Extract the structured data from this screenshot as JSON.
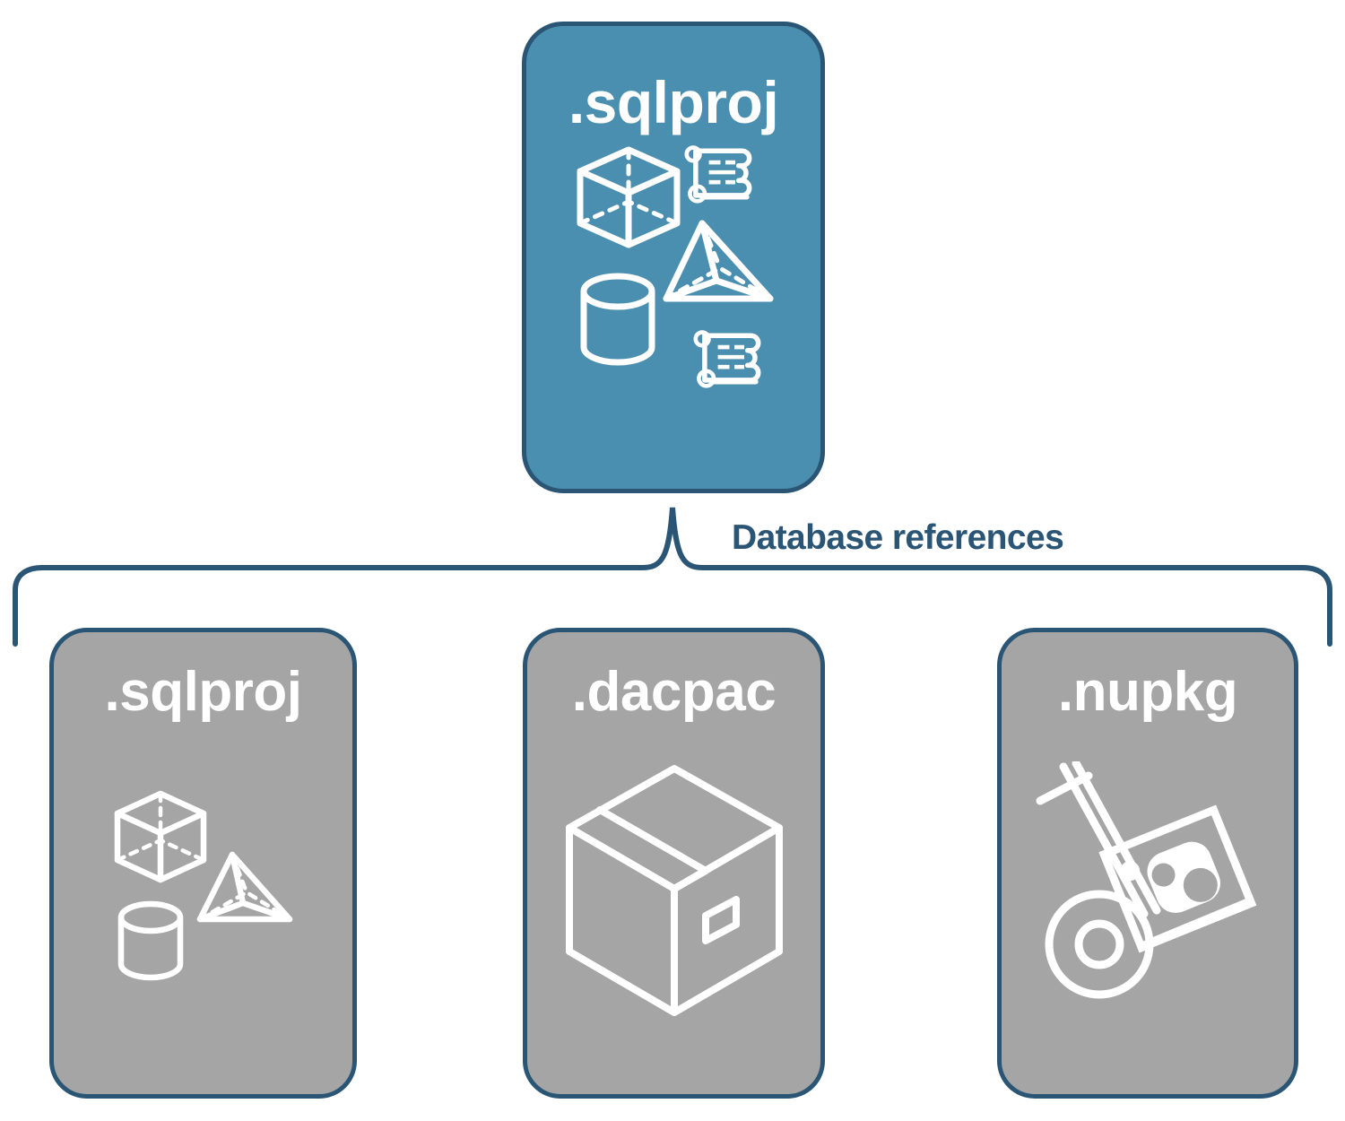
{
  "diagram": {
    "title": "Database references",
    "background": "#FFFFFF",
    "colors": {
      "primary_fill": "#4A8FAF",
      "secondary_fill": "#A5A5A5",
      "stroke": "#2A5575",
      "icon": "#FFFFFF",
      "label_text": "#2A5575",
      "card_text": "#FFFFFF"
    }
  },
  "source_card": {
    "label": ".sqlproj",
    "fill": "#4A8FAF",
    "icons": [
      "cube-icon",
      "scroll-icon",
      "pyramid-icon",
      "cylinder-icon",
      "scroll-icon"
    ]
  },
  "connector": {
    "type": "curly-brace",
    "label": "Database references",
    "orientation": "up",
    "color": "#2A5575"
  },
  "reference_cards": [
    {
      "label": ".sqlproj",
      "fill": "#A5A5A5",
      "art": "database-objects-icon",
      "icons": [
        "cube-icon",
        "pyramid-icon",
        "cylinder-icon"
      ]
    },
    {
      "label": ".dacpac",
      "fill": "#A5A5A5",
      "art": "package-box-icon",
      "icons": [
        "shipping-box-icon"
      ]
    },
    {
      "label": ".nupkg",
      "fill": "#A5A5A5",
      "art": "hand-truck-icon",
      "icons": [
        "hand-truck-icon",
        "nuget-package-icon"
      ]
    }
  ]
}
